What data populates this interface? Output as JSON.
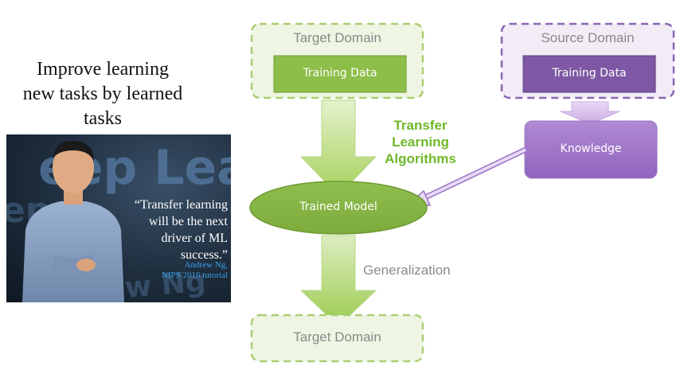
{
  "caption": {
    "line1": "Improve learning",
    "line2": "new tasks by learned",
    "line3": "tasks"
  },
  "photo": {
    "bg_word": "eep Learnin",
    "quote_line1": "“Transfer learning",
    "quote_line2": "will be the next",
    "quote_line3": "driver of ML",
    "quote_line4": "success.”",
    "author_line1": "Andrew Ng,",
    "author_line2": "NIPS 2016 tutorial"
  },
  "diagram": {
    "target_domain_top": {
      "title": "Target Domain",
      "inner": "Training Data"
    },
    "source_domain": {
      "title": "Source Domain",
      "inner": "Training Data"
    },
    "transfer_learning": {
      "line1": "Transfer",
      "line2": "Learning",
      "line3": "Algorithms"
    },
    "knowledge": "Knowledge",
    "trained_model": "Trained Model",
    "generalization": "Generalization",
    "target_domain_bottom": "Target Domain",
    "colors": {
      "green_fill": "#8ebe4a",
      "green_light": "#eef5e2",
      "green_border": "#a9cf73",
      "green_text": "#6fb82a",
      "purple_fill": "#7e58a4",
      "purple_light": "#f1ecf6",
      "purple_border": "#8b65b3"
    }
  }
}
